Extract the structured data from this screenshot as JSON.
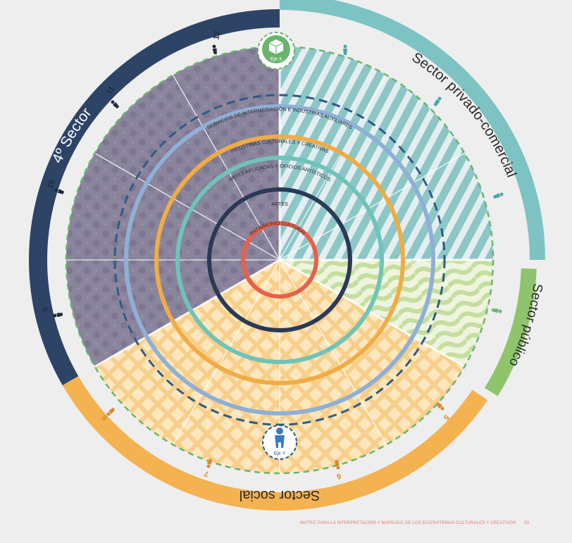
{
  "sectors": {
    "cuarto": "4º Sector",
    "privado": "Sector privado-comercial",
    "publico": "Sector público",
    "social": "Sector social"
  },
  "rings": {
    "servicios": "SERVICIOS DE INTERMEDIACIÓN E INDUSTRIAS AUXILIARES",
    "industrias": "INDUSTRIAS CULTURALES Y CREATIVAS",
    "artes_aplicadas": "ARTES APLICADAS Y OFICIOS ARTÍSTICOS",
    "artes": "ARTES",
    "patrimonio": "PATRIMONIO CULTURAL"
  },
  "axes": {
    "x": "Eje X",
    "y": "Eje Y"
  },
  "numbers": {
    "n12": "12",
    "n11": "11",
    "n10": "10",
    "n9": "9",
    "n8": "8",
    "n7": "7",
    "n6": "6",
    "n5": "5"
  },
  "footer": {
    "text": "MATRIZ PARA LA INTERPRETACIÓN Y MAPEADO DE LOS ECOSISTEMAS CULTURALES Y CREATIVOS",
    "page": "33"
  },
  "colors": {
    "cuarto": "#2d4466",
    "privado": "#7dc3c3",
    "publico": "#8fc46c",
    "social": "#f4b250",
    "ring_servicios": "#8fb0d6",
    "ring_industrias": "#f0ac45",
    "ring_artes_aplicadas": "#6fc3b8",
    "ring_artes": "#2a3a56",
    "ring_patrimonio": "#e8604a",
    "dashed": "#2d5b86",
    "green_dashed": "#6ab56c"
  }
}
